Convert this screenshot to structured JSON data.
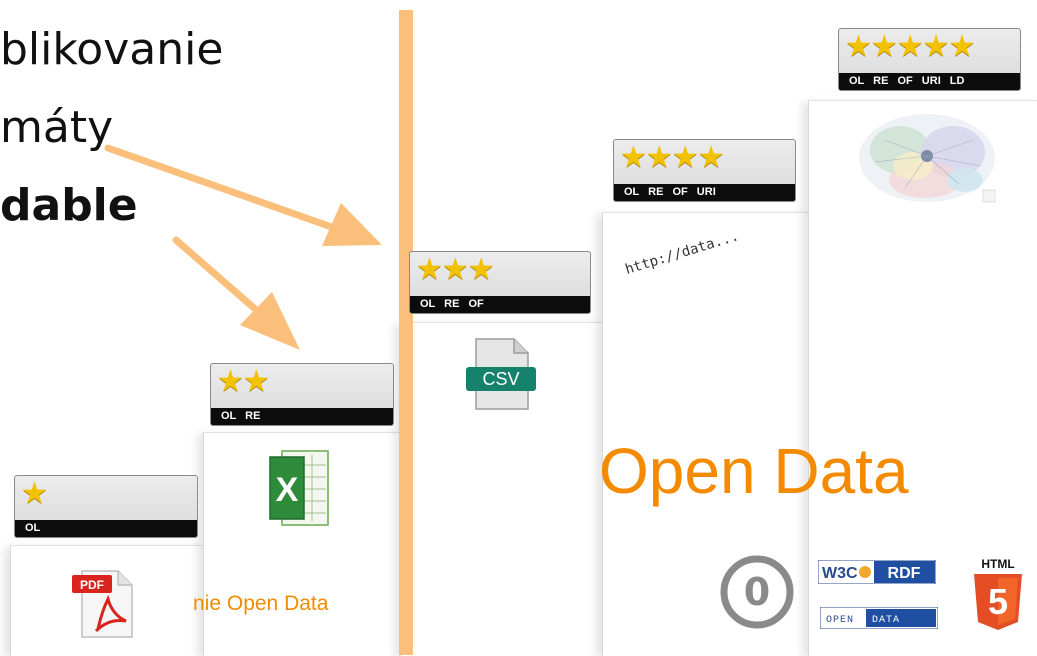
{
  "left_text": {
    "line1": "blikovanie",
    "line2": "máty",
    "line3": "dable"
  },
  "badges": {
    "one": {
      "stars": "★",
      "labels": "OL"
    },
    "two": {
      "stars": "★★",
      "labels": "OL RE"
    },
    "three": {
      "stars": "★★★",
      "labels": "OL RE OF"
    },
    "four": {
      "stars": "★★★★",
      "labels": "OL RE OF URI"
    },
    "five": {
      "stars": "★★★★★",
      "labels": "OL RE OF URI LD"
    }
  },
  "icons": {
    "pdf": {
      "name": "pdf-icon",
      "text": "PDF"
    },
    "excel": {
      "name": "excel-icon",
      "text": "X"
    },
    "csv": {
      "name": "csv-icon",
      "text": "CSV"
    },
    "url": "http://data...",
    "lod": {
      "name": "linked-open-data-cloud-icon"
    }
  },
  "labels": {
    "nie_open": "nie Open Data",
    "open_data": "Open Data"
  },
  "logos": {
    "cc0": "0",
    "w3c": "W3C",
    "rdf": "RDF",
    "open": "OPEN",
    "data": "DATA",
    "html": "HTML",
    "html5": "5"
  },
  "colors": {
    "accent_orange": "#f48a00",
    "divider": "#fbbf7c",
    "star": "#f2c200",
    "badge_bar": "#0c0c0c"
  }
}
